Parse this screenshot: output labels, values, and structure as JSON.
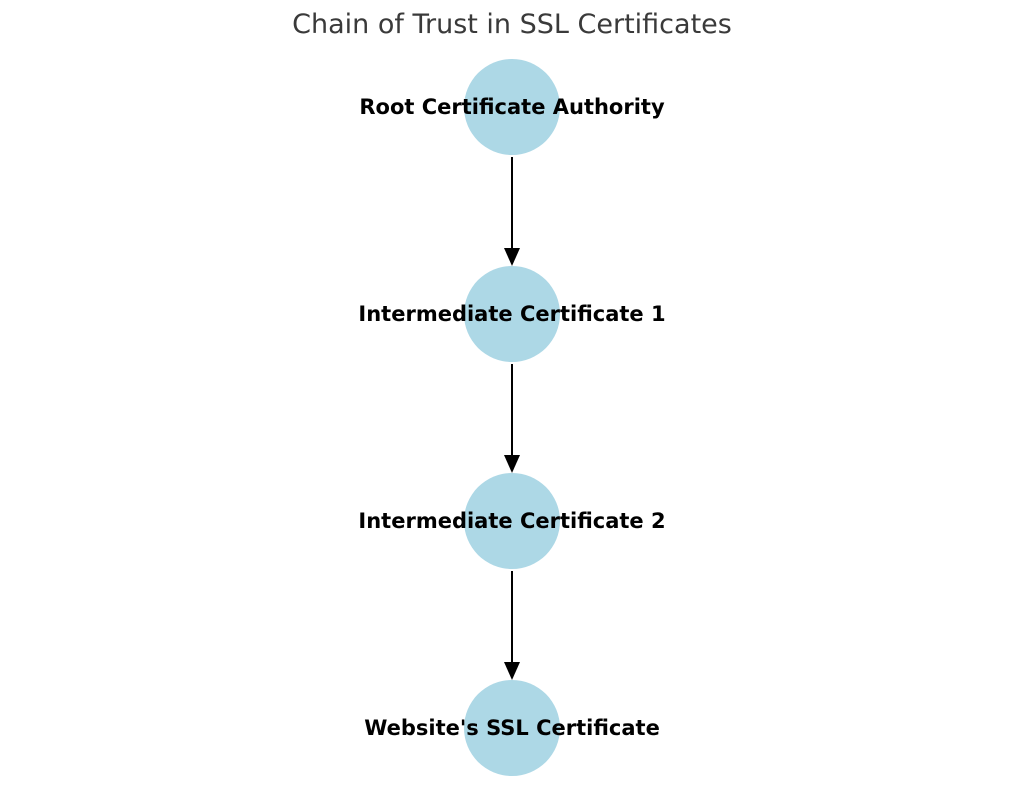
{
  "title": "Chain of Trust in SSL Certificates",
  "diagram": {
    "type": "flowchart",
    "direction": "top-down",
    "node_fill_color": "#ADD8E6",
    "node_label_color": "#000000",
    "edge_color": "#000000",
    "title_color": "#3A3A3A",
    "background_color": "#FFFFFF",
    "nodes": [
      {
        "id": "root-ca",
        "label": "Root Certificate Authority"
      },
      {
        "id": "intermediate-1",
        "label": "Intermediate Certificate 1"
      },
      {
        "id": "intermediate-2",
        "label": "Intermediate Certificate 2"
      },
      {
        "id": "website-ssl",
        "label": "Website's SSL Certificate"
      }
    ],
    "edges": [
      {
        "from": "root-ca",
        "to": "intermediate-1"
      },
      {
        "from": "intermediate-1",
        "to": "intermediate-2"
      },
      {
        "from": "intermediate-2",
        "to": "website-ssl"
      }
    ]
  }
}
